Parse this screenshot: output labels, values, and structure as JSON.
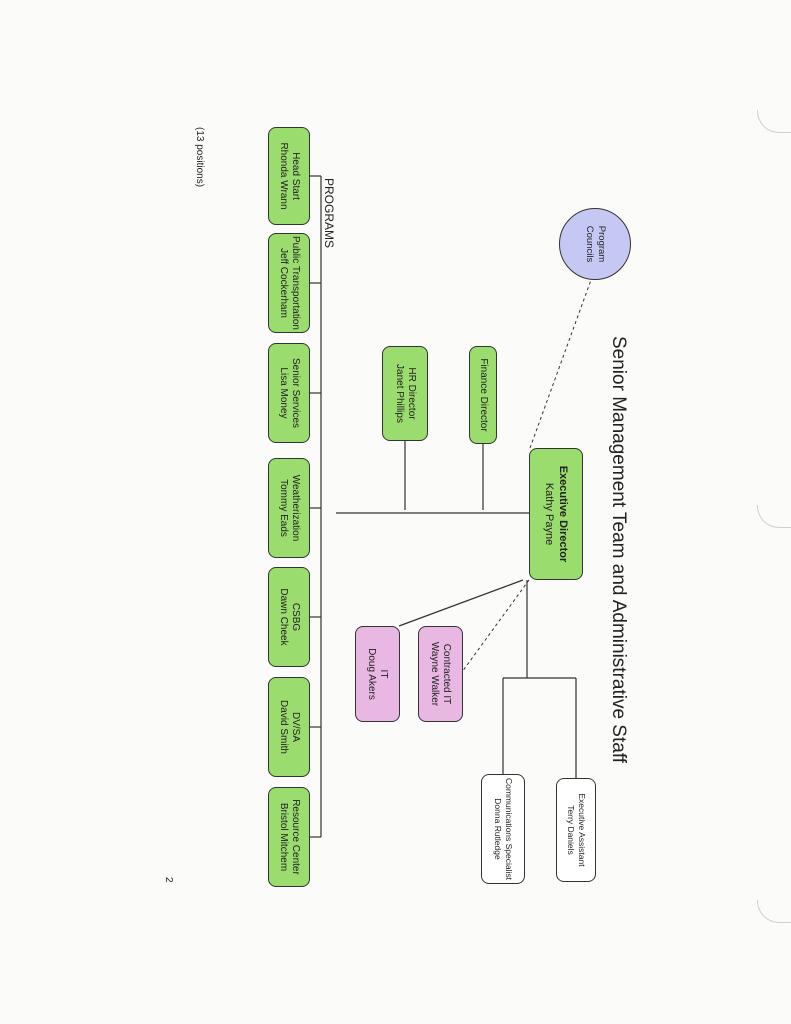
{
  "title": "Senior Management Team and Administrative Staff",
  "executive": {
    "title": "Executive Director",
    "name": "Kathy Payne"
  },
  "program_councils": {
    "line1": "Program",
    "line2": "Councils"
  },
  "finance": {
    "label": "Finance Director"
  },
  "hr": {
    "title": "HR Director",
    "name": "Janet Phillips"
  },
  "contracted_it": {
    "title": "Contracted IT",
    "name": "Wayne Walker"
  },
  "it": {
    "title": "IT",
    "name": "Doug Akers"
  },
  "exec_assistant": {
    "title": "Executive Assistant",
    "name": "Terry Daniels"
  },
  "comm_specialist": {
    "title": "Communications Specialist",
    "name": "Donna Rutledge"
  },
  "programs_label": "PROGRAMS",
  "programs": [
    {
      "title": "Head Start",
      "name": "Rhonda Wrann"
    },
    {
      "title": "Public Transportation",
      "name": "Jeff Cockerham"
    },
    {
      "title": "Senior Services",
      "name": "Lisa Money"
    },
    {
      "title": "Weatherization",
      "name": "Tommy Eads"
    },
    {
      "title": "CSBG",
      "name": "Dawn Cheek"
    },
    {
      "title": "DV/SA",
      "name": "David Smith"
    },
    {
      "title": "Resource Center",
      "name": "Bristol Mitchem"
    }
  ],
  "positions_note": "(13 positions)",
  "page_number": "2"
}
